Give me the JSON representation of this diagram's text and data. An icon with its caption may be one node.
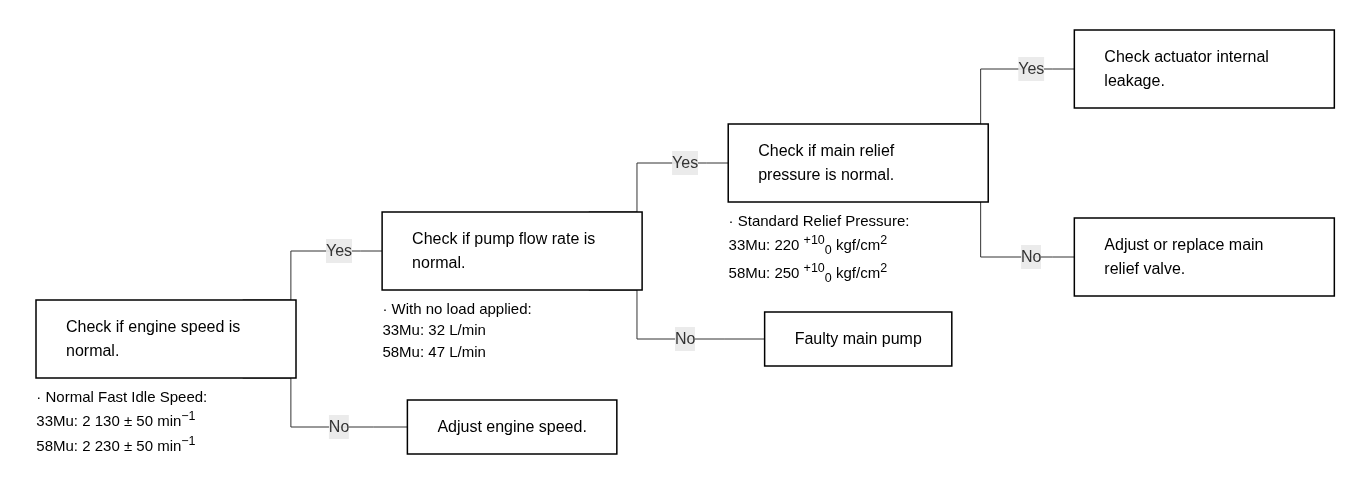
{
  "diagram": {
    "nodes": [
      {
        "text": [
          "Check if engine speed is normal."
        ],
        "beside": [
          "· Normal Fast Idle Speed:",
          "33Mu: 2 130 ± 50  min$^{−1}$",
          "58Mu: 2 230 ± 50  min$^{−1}$"
        ]
      },
      {
        "text": [
          "Check if pump flow rate is normal."
        ],
        "beside": [
          "· With no load applied:",
          "33Mu: 32  L/min",
          "58Mu: 47  L/min"
        ]
      },
      {
        "text": [
          "Check if main relief pressure is normal."
        ],
        "beside": [
          "· Standard Relief Pressure:",
          "33Mu: 220 $^{+10}$$_{0}$ kgf/cm$^{2}$",
          "58Mu: 250 $^{+10}$$_{0}$ kgf/cm$^{2}$"
        ]
      },
      {
        "text": [
          "Check actuator internal leakage."
        ]
      },
      {
        "text": [
          "Adjust or replace main relief valve."
        ]
      },
      {
        "text": [
          "Faulty main pump"
        ]
      },
      {
        "text": [
          "Adjust engine speed."
        ]
      }
    ],
    "edges": [
      {
        "from": 0,
        "to": 1,
        "arrow": "none",
        "label": "Yes"
      },
      {
        "from": 0,
        "to": 6,
        "arrow": "none",
        "label": "No"
      },
      {
        "from": 1,
        "to": 2,
        "arrow": "none",
        "label": "Yes"
      },
      {
        "from": 1,
        "to": 5,
        "arrow": "none",
        "label": "No"
      },
      {
        "from": 2,
        "to": 3,
        "arrow": "none",
        "label": "Yes"
      },
      {
        "from": 2,
        "to": 4,
        "arrow": "none",
        "label": "No"
      }
    ]
  }
}
